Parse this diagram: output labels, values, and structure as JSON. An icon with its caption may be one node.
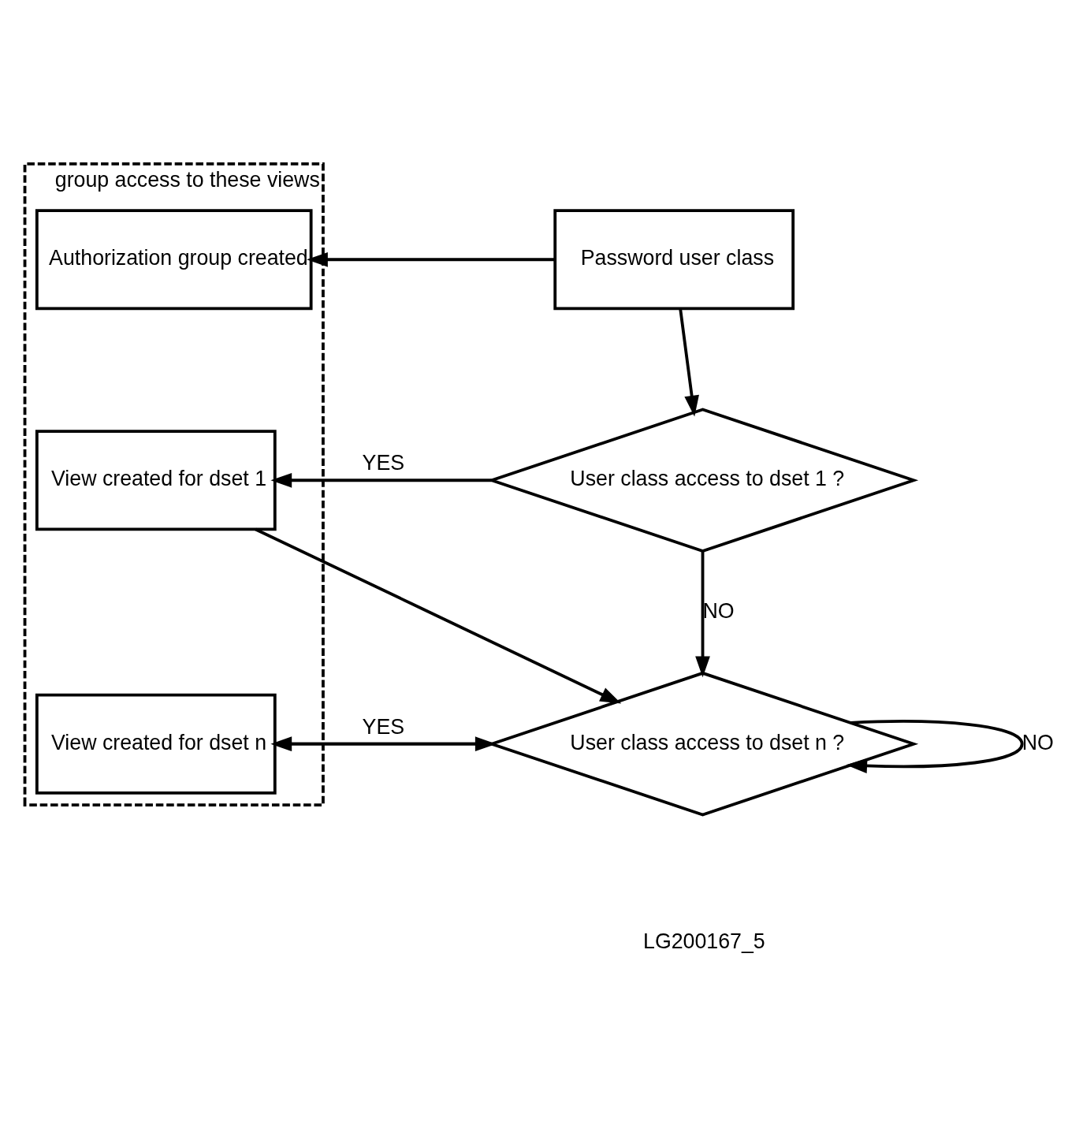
{
  "diagram": {
    "nodes": [
      {
        "text": [
          "group access to these views"
        ]
      },
      {
        "text": [
          "Password user class"
        ]
      },
      {
        "text": [
          "Authorization group created"
        ],
        "in": 0
      },
      {
        "text": [
          "User class access to dset 1 ?"
        ]
      },
      {
        "text": [
          "View created for dset 1"
        ],
        "in": 0
      },
      {
        "text": [
          "User class access to dset n ?"
        ]
      },
      {
        "text": [
          "View created for dset n"
        ],
        "in": 0
      }
    ],
    "edges": [
      {
        "from": 1,
        "to": 2,
        "arrow": "to"
      },
      {
        "from": 1,
        "to": 3,
        "arrow": "to"
      },
      {
        "from": 3,
        "to": 4,
        "arrow": "to",
        "label": "YES"
      },
      {
        "from": 3,
        "to": 5,
        "arrow": "to",
        "label": "NO"
      },
      {
        "from": 4,
        "to": 5,
        "arrow": "to"
      },
      {
        "from": 5,
        "to": 6,
        "arrow": "to",
        "label": "YES"
      },
      {
        "from": 5,
        "to": 5,
        "arrow": "to",
        "label": "NO"
      },
      {
        "from": 6,
        "to": 5,
        "arrow": "to"
      }
    ],
    "labels": [
      "LG200167_5"
    ]
  }
}
